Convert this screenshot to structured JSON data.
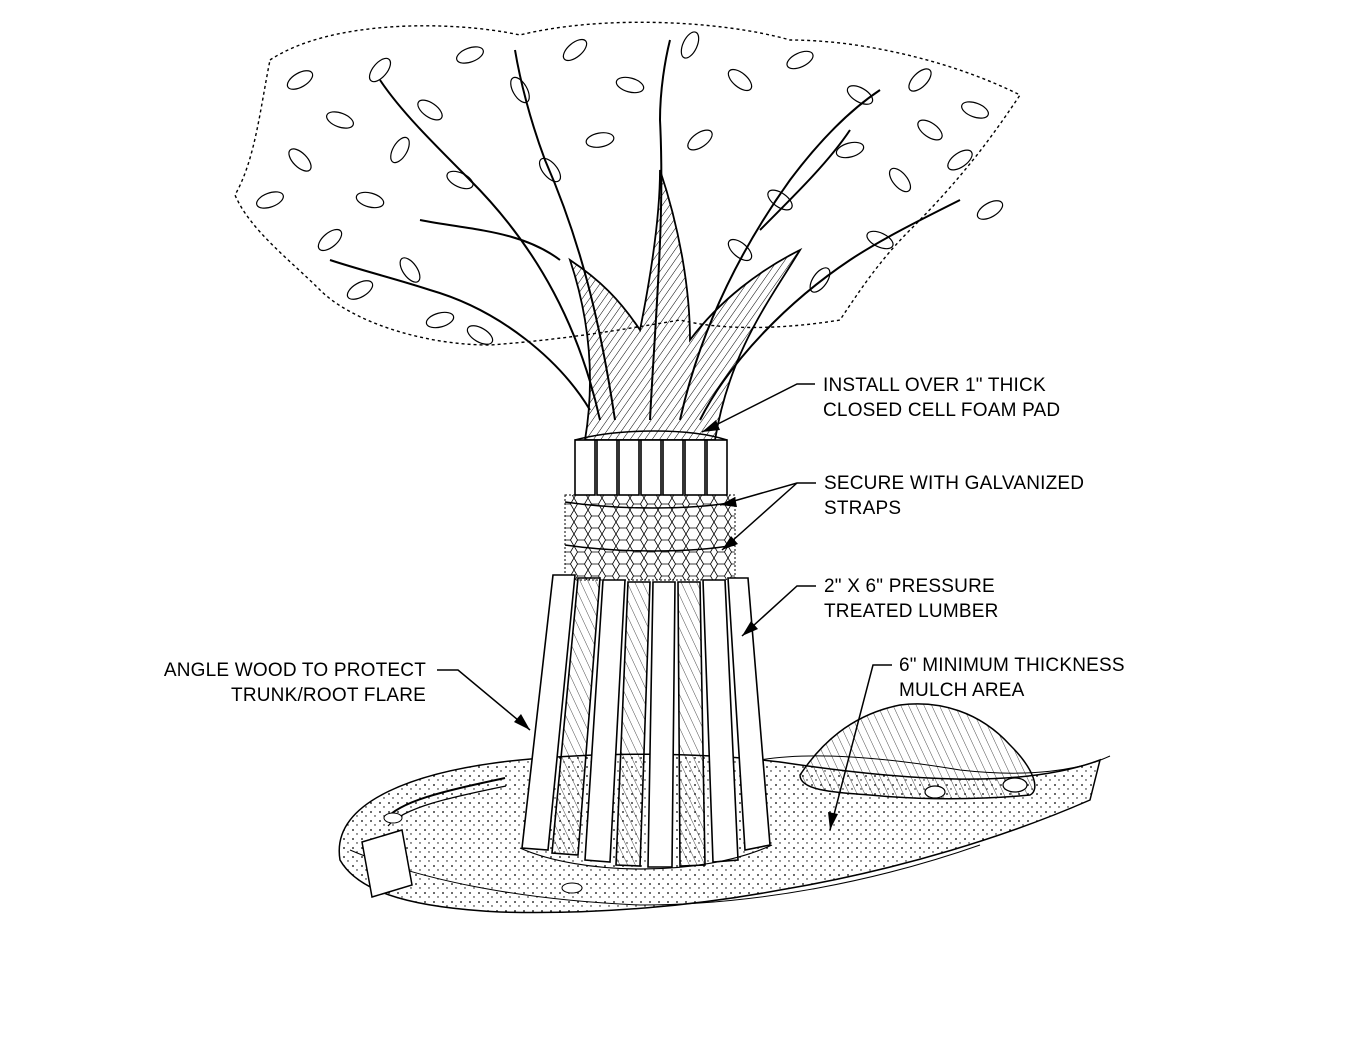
{
  "labels": {
    "foam_pad": {
      "line1": "INSTALL OVER 1\" THICK",
      "line2": "CLOSED CELL FOAM PAD"
    },
    "straps": {
      "line1": "SECURE WITH GALVANIZED",
      "line2": "STRAPS"
    },
    "lumber": {
      "line1": "2\" X 6\" PRESSURE",
      "line2": "TREATED LUMBER"
    },
    "angle_wood": {
      "line1": "ANGLE WOOD TO PROTECT",
      "line2": "TRUNK/ROOT FLARE"
    },
    "mulch": {
      "line1": "6\" MINIMUM THICKNESS",
      "line2": "MULCH AREA"
    }
  },
  "colors": {
    "ink": "#000000",
    "paper": "#ffffff"
  }
}
